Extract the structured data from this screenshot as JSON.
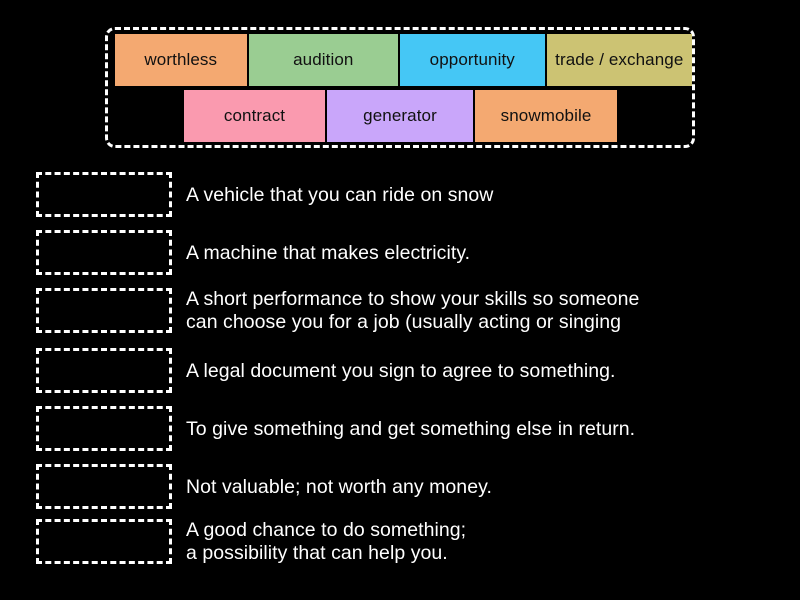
{
  "activity": {
    "type": "match-up",
    "background_color": "#000000",
    "text_color": "#ffffff",
    "tile_text_color": "#111111",
    "dashed_border_color": "#ffffff"
  },
  "word_bank": {
    "rows": [
      {
        "tiles": [
          {
            "label": "worthless",
            "color": "#F4A971",
            "icon": "word-tile"
          },
          {
            "label": "audition",
            "color": "#9ACD92",
            "icon": "word-tile"
          },
          {
            "label": "opportunity",
            "color": "#45C7F5",
            "icon": "word-tile"
          },
          {
            "label": "trade /\nexchange",
            "color": "#CCC373",
            "icon": "word-tile"
          }
        ]
      },
      {
        "tiles": [
          {
            "label": "contract",
            "color": "#FA9AAF",
            "icon": "word-tile"
          },
          {
            "label": "generator",
            "color": "#C9A6FA",
            "icon": "word-tile"
          },
          {
            "label": "snowmobile",
            "color": "#F4A971",
            "icon": "word-tile"
          }
        ]
      }
    ]
  },
  "questions": [
    {
      "drop_zone_value": "",
      "definition": "A vehicle that you can ride on snow"
    },
    {
      "drop_zone_value": "",
      "definition": "A machine that makes electricity."
    },
    {
      "drop_zone_value": "",
      "definition": "A short performance to show your skills so someone\ncan choose you for a job (usually acting or singing"
    },
    {
      "drop_zone_value": "",
      "definition": "A legal document you sign to agree to something."
    },
    {
      "drop_zone_value": "",
      "definition": "To give something and get something else in return."
    },
    {
      "drop_zone_value": "",
      "definition": "Not valuable; not worth any money."
    },
    {
      "drop_zone_value": "",
      "definition": "A good chance to do something;\na possibility that can help you."
    }
  ]
}
